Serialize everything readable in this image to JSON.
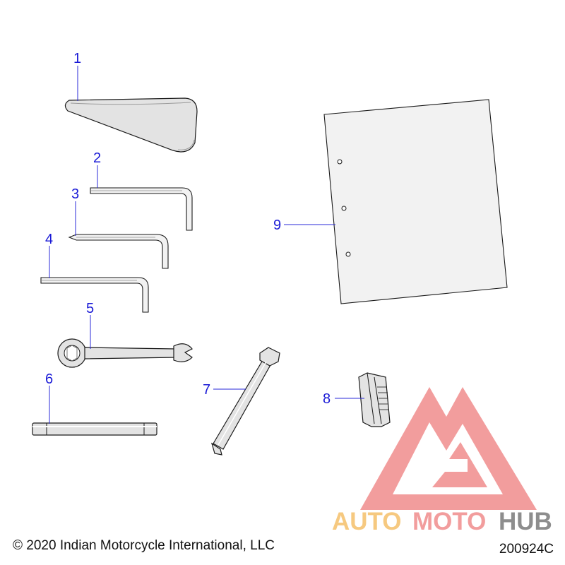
{
  "callouts": {
    "c1": "1",
    "c2": "2",
    "c3": "3",
    "c4": "4",
    "c5": "5",
    "c6": "6",
    "c7": "7",
    "c8": "8",
    "c9": "9"
  },
  "footer": {
    "copyright": "© 2020 Indian Motorcycle International, LLC",
    "diagram_id": "200924C"
  },
  "watermark": {
    "part1": "AUTO",
    "part2": "MOTO",
    "part3": "HUB",
    "colors": {
      "auto": "#f5c06a",
      "moto": "#f08d8d",
      "hub": "#7a7a7a",
      "triangle": "#f08d8d"
    }
  },
  "colors": {
    "callout": "#1a1ad6",
    "part_fill": "#e3e3e3",
    "outline": "#1a1a1a"
  }
}
